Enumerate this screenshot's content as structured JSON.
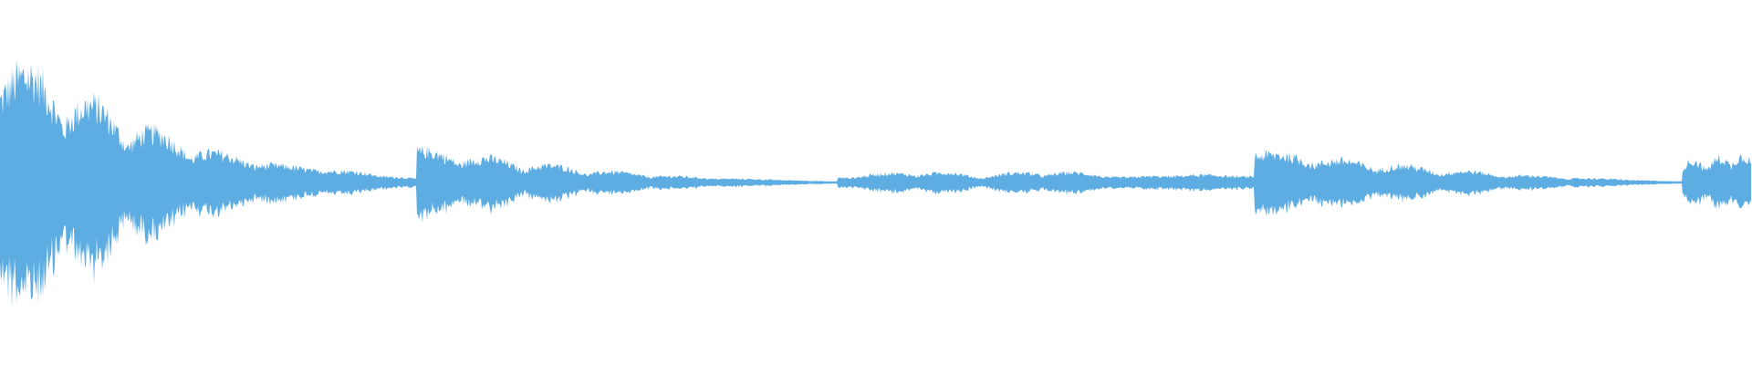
{
  "waveform": {
    "color": "#5DACE2",
    "background": "#ffffff",
    "segments": [
      {
        "start": 0.0,
        "end": 0.238,
        "peak": 0.92,
        "shape": "decay"
      },
      {
        "start": 0.238,
        "end": 0.478,
        "peak": 0.26,
        "shape": "decay"
      },
      {
        "start": 0.478,
        "end": 0.716,
        "peak": 0.07,
        "shape": "soft"
      },
      {
        "start": 0.716,
        "end": 0.96,
        "peak": 0.28,
        "shape": "decay"
      },
      {
        "start": 0.96,
        "end": 1.0,
        "peak": 0.22,
        "shape": "soft"
      }
    ]
  }
}
